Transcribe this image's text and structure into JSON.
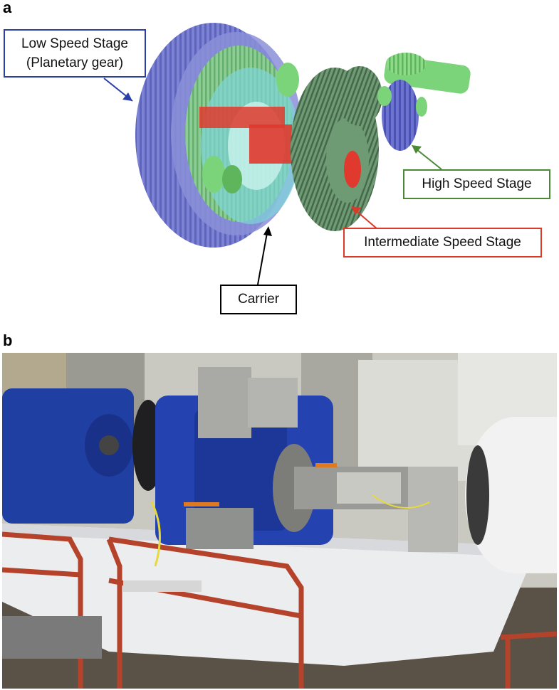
{
  "panel_a": {
    "letter": "a",
    "labels": {
      "low_speed_line1": "Low Speed Stage",
      "low_speed_line2": "(Planetary gear)",
      "high_speed": "High Speed Stage",
      "intermediate_speed": "Intermediate Speed Stage",
      "carrier": "Carrier"
    },
    "colors": {
      "low_speed": "#2b3fa8",
      "high_speed": "#4a8a35",
      "intermediate_speed": "#d93a2a",
      "carrier": "#000000"
    }
  },
  "panel_b": {
    "letter": "b"
  }
}
